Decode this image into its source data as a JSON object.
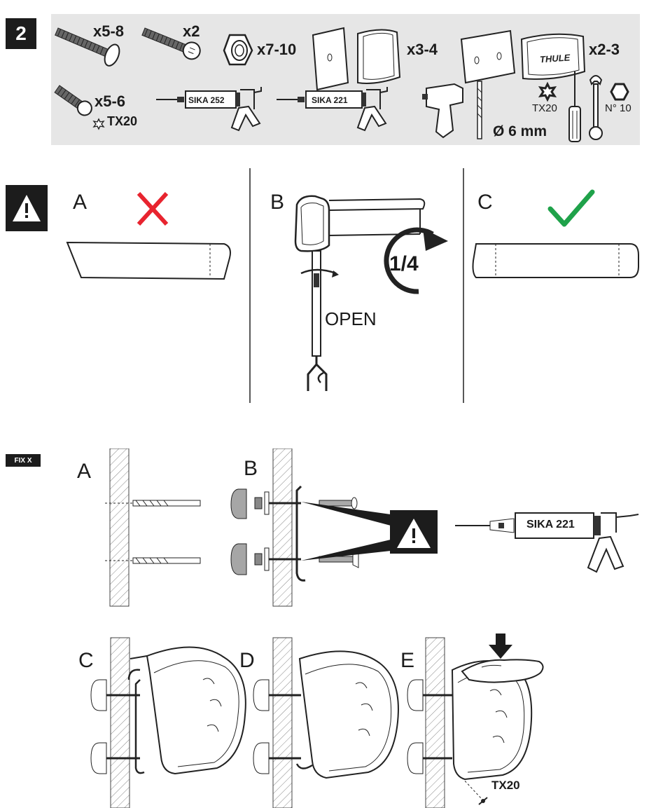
{
  "step_number": "2",
  "parts": {
    "bolt_long_qty": "x5-8",
    "bolt_short_qty": "x2",
    "nut_qty": "x7-10",
    "cap_plate_qty": "x3-4",
    "cap_double_qty": "x2-3",
    "cap_brand": "THULE",
    "screw_qty": "x5-6",
    "screw_bit": "TX20",
    "sealant_1": "SIKA 252",
    "sealant_2": "SIKA 221",
    "drill_bit": "Ø 6 mm",
    "screwdriver_bit": "TX20",
    "wrench_size": "N° 10"
  },
  "warning": {
    "label_a": "A",
    "label_b": "B",
    "label_c": "C",
    "quarter": "1/4",
    "open": "OPEN"
  },
  "fix": {
    "badge": "FIX X",
    "label_a": "A",
    "label_b": "B",
    "label_c": "C",
    "label_d": "D",
    "label_e": "E",
    "sealant": "SIKA 221",
    "screw_bit": "TX20"
  },
  "colors": {
    "panel": "#e6e6e6",
    "dark": "#1c1c1c",
    "cross": "#e8242f",
    "check": "#1fa24a",
    "cap_grey": "#a6a6a6"
  }
}
